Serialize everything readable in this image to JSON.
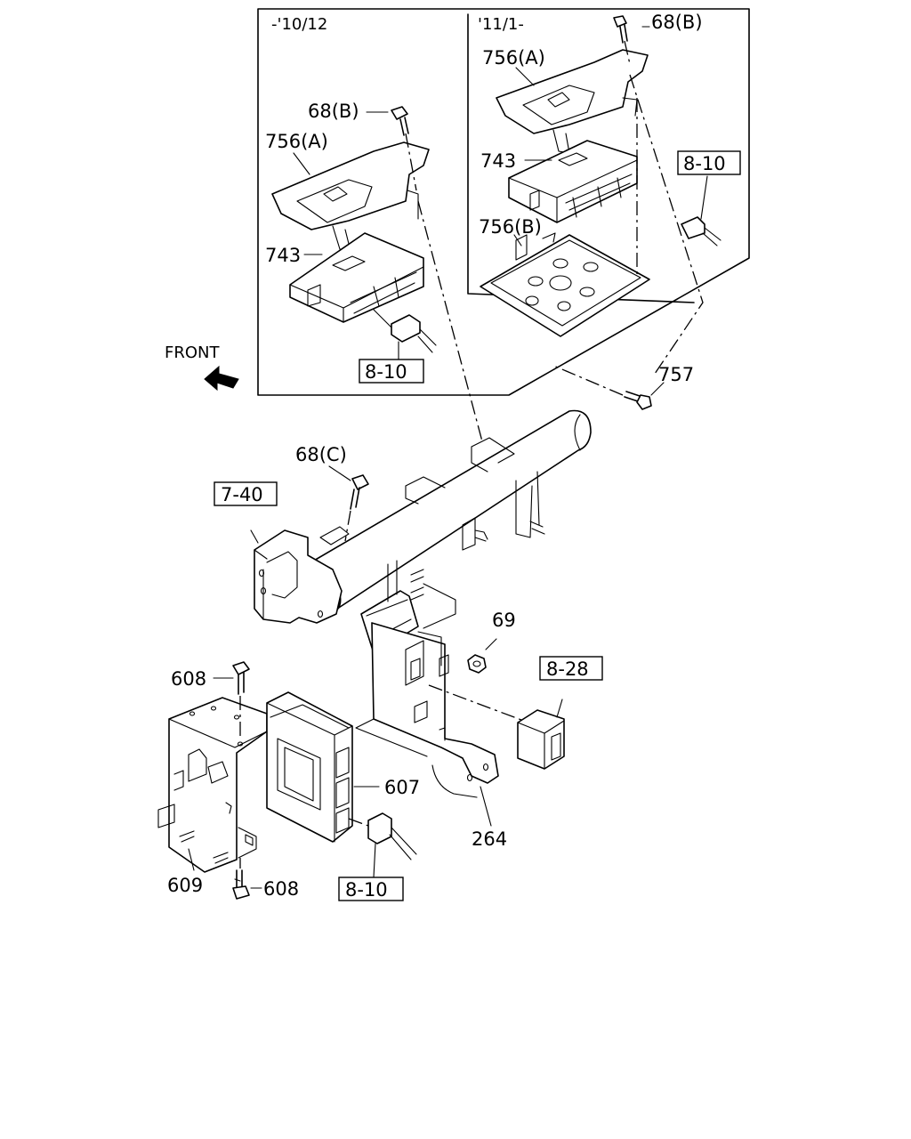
{
  "period_labels": {
    "left": "-'10/12",
    "right": "'11/1-"
  },
  "front_label": "FRONT",
  "callouts": {
    "p68b_right": "68(B)",
    "p756a_right": "756(A)",
    "p743_right": "743",
    "p756b_right": "756(B)",
    "ref810_right": "8-10",
    "p68b_left": "68(B)",
    "p756a_left": "756(A)",
    "p743_left": "743",
    "ref810_left": "8-10",
    "p757": "757",
    "p68c": "68(C)",
    "ref740": "7-40",
    "p69": "69",
    "ref828": "8-28",
    "p608_top": "608",
    "p607": "607",
    "p264": "264",
    "p609": "609",
    "p608_bottom": "608",
    "ref810_bottom": "8-10"
  }
}
